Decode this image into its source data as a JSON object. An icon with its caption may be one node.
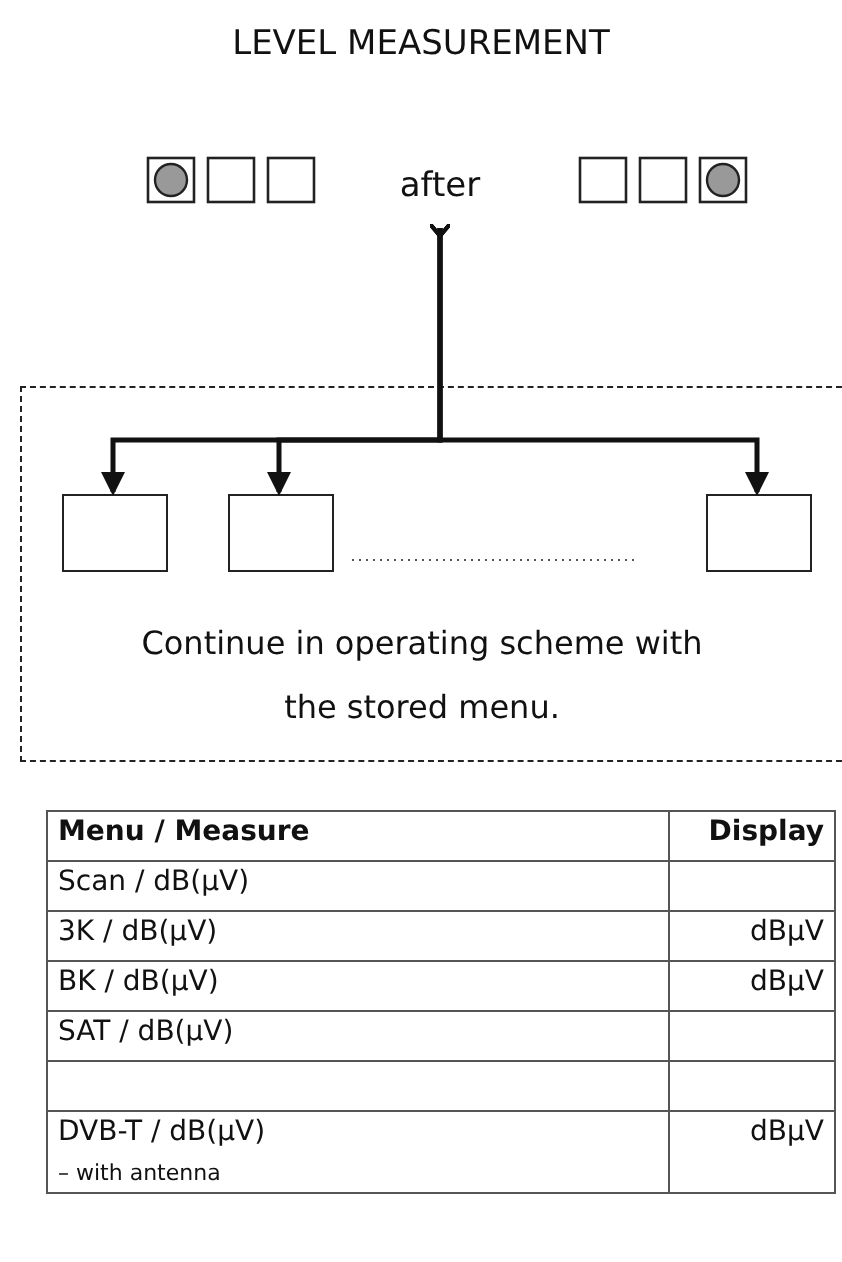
{
  "diagram": {
    "title": "LEVEL MEASUREMENT",
    "nodes": [
      {
        "text": [
          "after"
        ]
      },
      {
        "text": [
          "Continue in operating scheme with the stored menu."
        ]
      },
      {
        "text": [],
        "shape": "box",
        "in": 1
      },
      {
        "text": [],
        "shape": "box",
        "in": 1
      },
      {
        "text": [],
        "shape": "box",
        "in": 1
      }
    ],
    "edges": [
      {
        "from": 0,
        "to": 2,
        "arrow": "to"
      },
      {
        "from": 0,
        "to": 3,
        "arrow": "to"
      },
      {
        "from": 0,
        "to": 4,
        "arrow": "to"
      }
    ],
    "labels": [
      "Menu / Measure",
      "Display",
      "Scan / dB(µV)",
      "3K / dB(µV)",
      "dBµV",
      "BK / dB(µV)",
      "dBµV",
      "SAT / dB(µV)",
      "DVB-T / dB(µV)",
      "dBµV",
      "– with antenna"
    ]
  }
}
